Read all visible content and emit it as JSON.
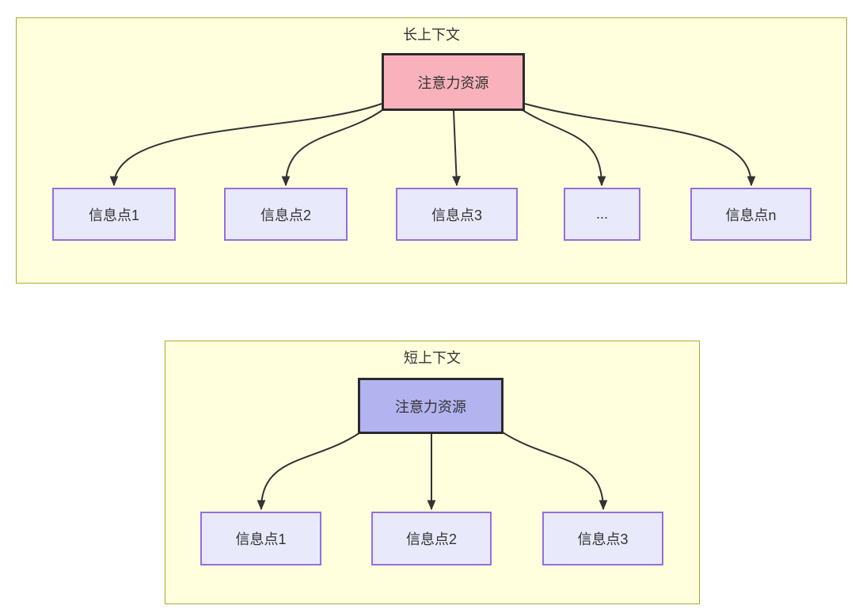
{
  "long_context": {
    "title": "长上下文",
    "attention_label": "注意力资源",
    "items": [
      "信息点1",
      "信息点2",
      "信息点3",
      "...",
      "信息点n"
    ]
  },
  "short_context": {
    "title": "短上下文",
    "attention_label": "注意力资源",
    "items": [
      "信息点1",
      "信息点2",
      "信息点3"
    ]
  },
  "colors": {
    "container_fill": "#ffffde",
    "container_border": "#aaaa33",
    "long_attention_fill": "#f9b2bb",
    "short_attention_fill": "#b3b3f0",
    "info_fill": "#e9e9fc",
    "info_border": "#9370db",
    "edge": "#333333",
    "text": "#333333"
  }
}
